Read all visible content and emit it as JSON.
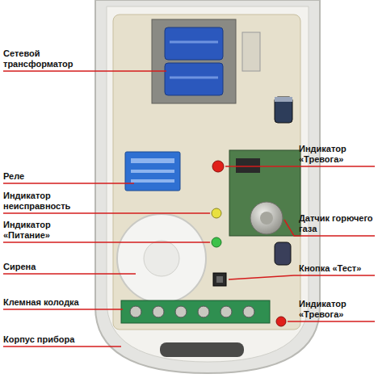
{
  "diagram": {
    "labels": [
      "Сетевой трансформатор",
      "Реле",
      "Индикатор неисправность",
      "Индикатор «Питание»",
      "Сирена",
      "Клемная колодка",
      "Корпус прибора",
      "Индикатор «Тревога»",
      "Датчик горючего газа",
      "Кнопка «Тест»",
      "Индикатор «Тревога»"
    ]
  }
}
